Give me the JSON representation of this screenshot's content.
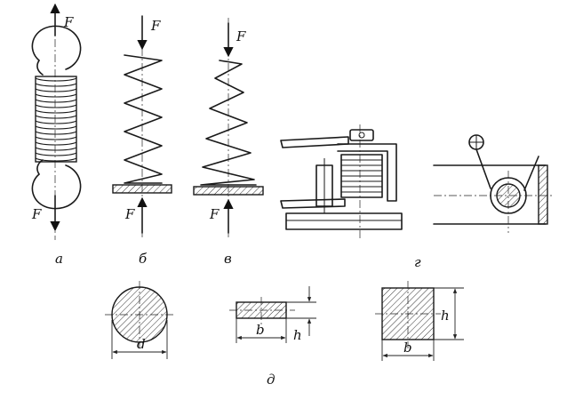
{
  "labels": {
    "force": "F",
    "panel_a": "а",
    "panel_b": "б",
    "panel_v": "в",
    "panel_g": "г",
    "panel_d": "д",
    "dim_d": "d",
    "dim_b": "b",
    "dim_h": "h"
  },
  "colors": {
    "ink": "#1a1a1a",
    "background": "#ffffff"
  }
}
